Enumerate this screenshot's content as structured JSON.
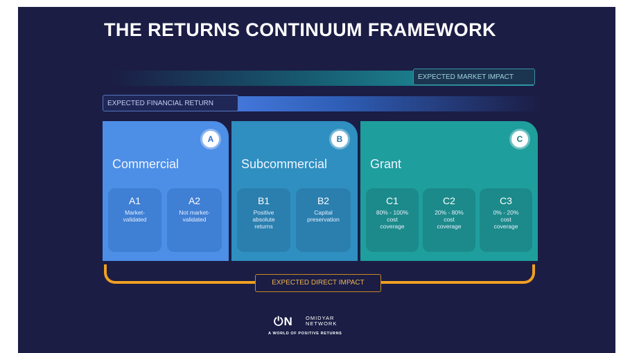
{
  "title": "THE RETURNS CONTINUUM FRAMEWORK",
  "labels": {
    "market_impact": "EXPECTED MARKET IMPACT",
    "financial_return": "EXPECTED FINANCIAL RETURN",
    "direct_impact": "EXPECTED DIRECT IMPACT"
  },
  "categories": [
    {
      "badge": "A",
      "name": "Commercial",
      "color": "#4d8ee6",
      "subs": [
        {
          "code": "A1",
          "desc": "Market-\nvalidated"
        },
        {
          "code": "A2",
          "desc": "Not market-\nvalidated"
        }
      ]
    },
    {
      "badge": "B",
      "name": "Subcommercial",
      "color": "#2f8fc0",
      "subs": [
        {
          "code": "B1",
          "desc": "Positive\nabsolute\nreturns"
        },
        {
          "code": "B2",
          "desc": "Capital\npreservation"
        }
      ]
    },
    {
      "badge": "C",
      "name": "Grant",
      "color": "#1f9e9e",
      "subs": [
        {
          "code": "C1",
          "desc": "80% - 100%\ncost\ncoverage"
        },
        {
          "code": "C2",
          "desc": "20% - 80%\ncost\ncoverage"
        },
        {
          "code": "C3",
          "desc": "0% - 20%\ncost\ncoverage"
        }
      ]
    }
  ],
  "logo": {
    "mark": "⏻N",
    "name": "OMIDYAR\nNETWORK",
    "tagline": "A WORLD OF POSITIVE RETURNS"
  },
  "colors": {
    "background": "#1b1d45",
    "bracket": "#f0a020"
  }
}
